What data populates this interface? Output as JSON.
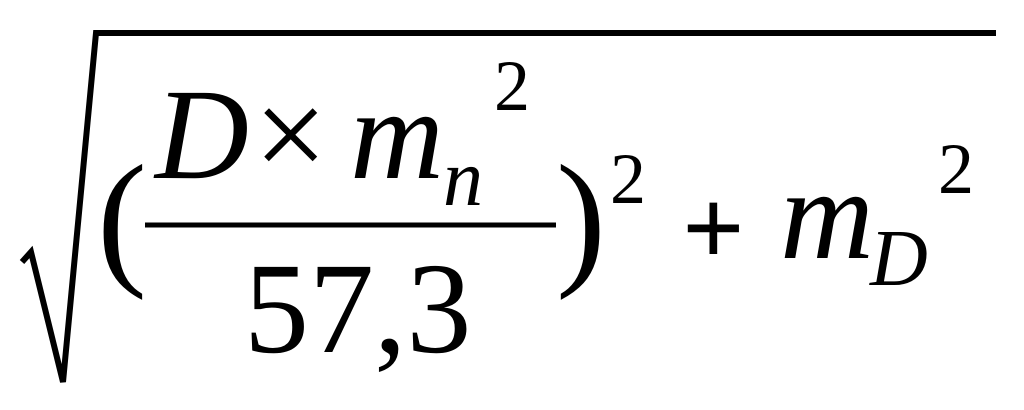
{
  "formula": {
    "numerator": {
      "D": "D",
      "times": "×",
      "m": "m",
      "m_sub": "n",
      "m_sup": "2"
    },
    "denominator": "57,3",
    "paren_open": "(",
    "paren_close": ")",
    "paren_sup": "2",
    "plus": "+",
    "mD": {
      "m": "m",
      "sub": "D",
      "sup": "2"
    }
  },
  "colors": {
    "ink": "#000000",
    "background": "#ffffff"
  }
}
